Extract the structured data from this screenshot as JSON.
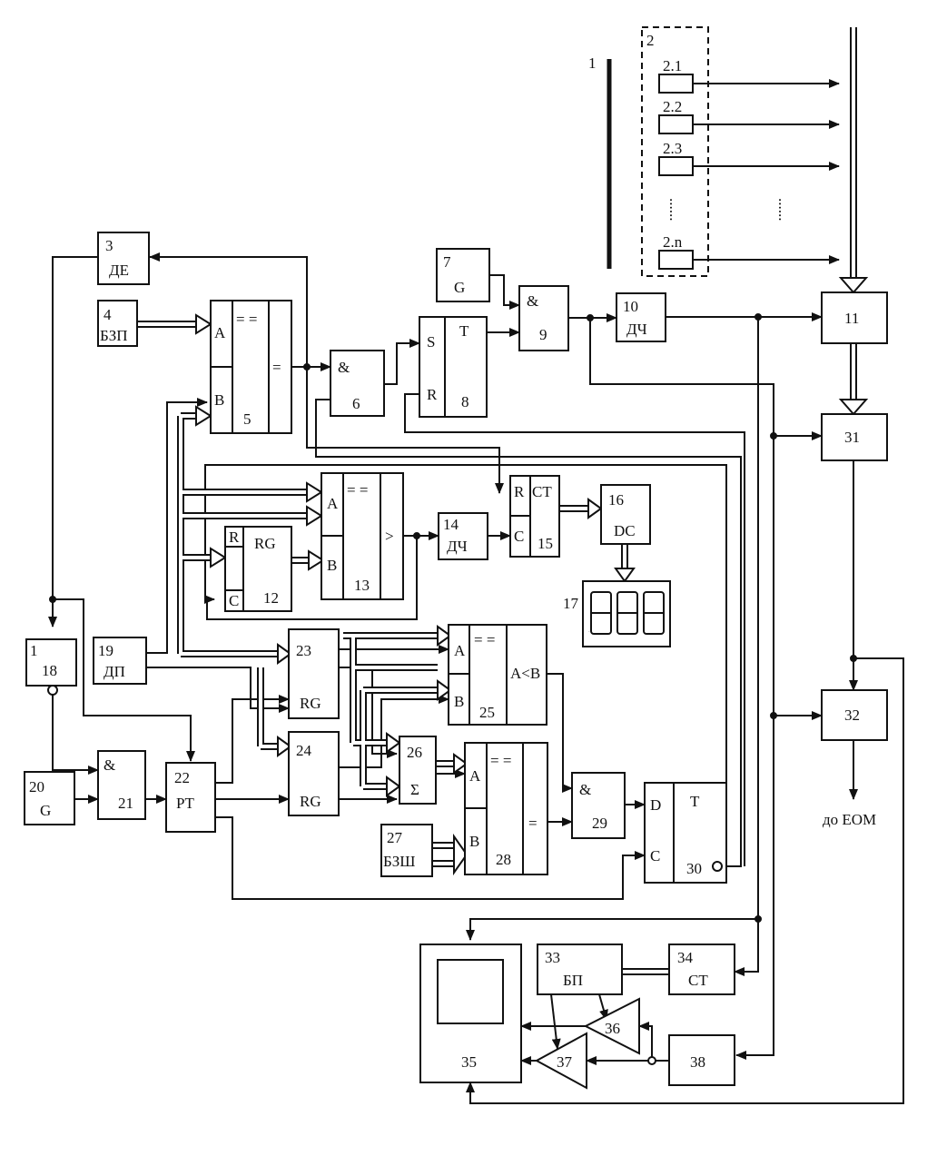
{
  "blocks": {
    "b2": {
      "num": "2"
    },
    "b2_1": {
      "label": "2.1"
    },
    "b2_2": {
      "label": "2.2"
    },
    "b2_3": {
      "label": "2.3"
    },
    "b2_n": {
      "label": "2.n"
    },
    "b3": {
      "num": "3",
      "name": "ДЕ"
    },
    "b4": {
      "num": "4",
      "name": "БЗП"
    },
    "b5": {
      "num": "5",
      "a": "A",
      "b": "B",
      "op": "= =",
      "out": "="
    },
    "b6": {
      "num": "6",
      "op": "&"
    },
    "b7": {
      "num": "7",
      "name": "G"
    },
    "b8": {
      "num": "8",
      "s": "S",
      "r": "R",
      "t": "T"
    },
    "b9": {
      "num": "9",
      "op": "&"
    },
    "b10": {
      "num": "10",
      "name": "ДЧ"
    },
    "b11": {
      "num": "11"
    },
    "b12": {
      "num": "12",
      "r": "R",
      "c": "C",
      "name": "RG"
    },
    "b13": {
      "num": "13",
      "a": "A",
      "b": "B",
      "op": "= =",
      "out": ">"
    },
    "b14": {
      "num": "14",
      "name": "ДЧ"
    },
    "b15": {
      "num": "15",
      "r": "R",
      "c": "C",
      "name": "CT"
    },
    "b16": {
      "num": "16",
      "name": "DC"
    },
    "b17": {
      "num": "17",
      "digits": "888"
    },
    "b18": {
      "num": "18",
      "op": "1"
    },
    "b19": {
      "num": "19",
      "name": "ДП"
    },
    "b20": {
      "num": "20",
      "name": "G"
    },
    "b21": {
      "num": "21",
      "op": "&"
    },
    "b22": {
      "num": "22",
      "name": "PT"
    },
    "b23": {
      "num": "23",
      "name": "RG"
    },
    "b24": {
      "num": "24",
      "name": "RG"
    },
    "b25": {
      "num": "25",
      "a": "A",
      "b": "B",
      "op": "= =",
      "out": "A<B"
    },
    "b26": {
      "num": "26",
      "op": "Σ"
    },
    "b27": {
      "num": "27",
      "name": "БЗШ"
    },
    "b28": {
      "num": "28",
      "a": "A",
      "b": "B",
      "op": "= =",
      "out": "="
    },
    "b29": {
      "num": "29",
      "op": "&"
    },
    "b30": {
      "num": "30",
      "d": "D",
      "c": "C",
      "t": "T"
    },
    "b31": {
      "num": "31"
    },
    "b32": {
      "num": "32",
      "out": "до ЕОМ"
    },
    "b33": {
      "num": "33",
      "name": "БП"
    },
    "b34": {
      "num": "34",
      "name": "CT"
    },
    "b35": {
      "num": "35"
    },
    "b36": {
      "num": "36"
    },
    "b37": {
      "num": "37"
    },
    "b38": {
      "num": "38"
    }
  },
  "rod": {
    "num": "1"
  },
  "dots": "......"
}
